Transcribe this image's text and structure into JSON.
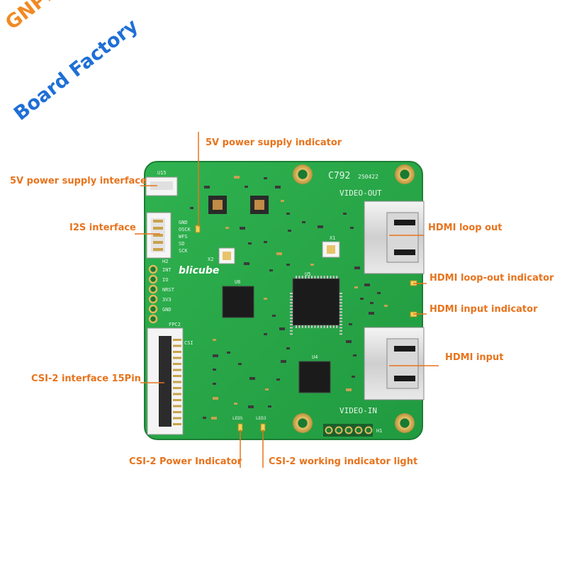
{
  "brand": {
    "line1": "GNPE",
    "line2": "Board Factory"
  },
  "annotations": {
    "power_indicator": "5V power supply indicator",
    "power_interface": "5V power supply interface",
    "i2s": "I2S interface",
    "csi2_interface": "CSI-2 interface 15Pin",
    "hdmi_loop_out": "HDMI loop out",
    "hdmi_loop_out_indicator": "HDMI loop-out indicator",
    "hdmi_input_indicator": "HDMI input indicator",
    "hdmi_input": "HDMI input",
    "csi2_power_indicator": "CSI-2 Power Indicator",
    "csi2_working_indicator": "CSI-2 working indicator light"
  },
  "board": {
    "model": "C792",
    "date_code": "250422",
    "video_out_label": "VIDEO-OUT",
    "video_in_label": "VIDEO-IN",
    "logo": "blicube",
    "i2s_pins": [
      "GND",
      "OSCK",
      "WFS",
      "SD",
      "SCK"
    ],
    "h2_label": "H2",
    "h2_pins": [
      "INT",
      "IO",
      "NRST",
      "3V3",
      "GND"
    ],
    "csi_label": "CSI",
    "fpc_label": "FPC2",
    "power_connector_label": "U15",
    "h1_label": "H1",
    "u5_label": "U5",
    "u6_label": "U6",
    "u4_label": "U4",
    "led5_label": "LED5",
    "led3_label": "LED3",
    "x1_label": "X1",
    "x2_label": "X2"
  },
  "colors": {
    "pcb": "#27a346",
    "pcb_dark": "#1c7d34",
    "annotation": "#e8731c",
    "brand_orange": "#f08a24",
    "brand_blue": "#1f6fd6"
  }
}
